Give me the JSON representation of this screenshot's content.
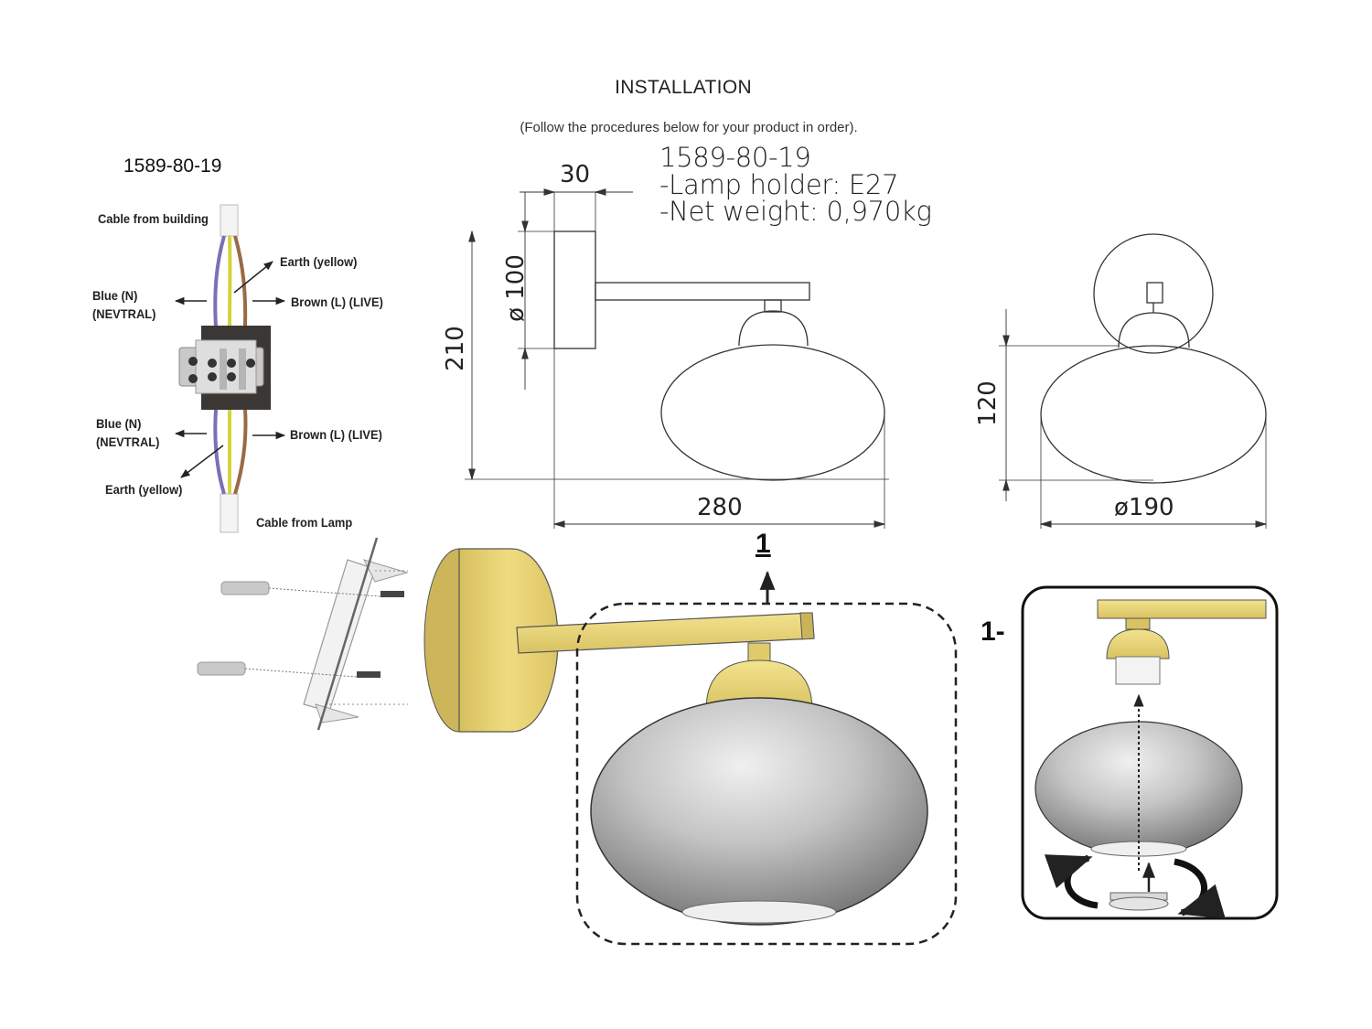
{
  "header": {
    "title": "INSTALLATION",
    "subtitle": "(Follow the procedures below for your product in order)."
  },
  "model_number": "1589-80-19",
  "specs": {
    "model": "1589-80-19",
    "lamp_holder": "-Lamp holder: E27",
    "net_weight": "-Net weight: 0,970kg"
  },
  "wiring": {
    "cable_from_building": "Cable from building",
    "earth_top": "Earth (yellow)",
    "blue_top": "Blue (N)",
    "neutral_top": "(NEVTRAL)",
    "brown_top": "Brown (L) (LIVE)",
    "blue_bottom": "Blue (N)",
    "neutral_bottom": "(NEVTRAL)",
    "brown_bottom": "Brown (L) (LIVE)",
    "earth_bottom": "Earth (yellow)",
    "cable_from_lamp": "Cable from Lamp",
    "colors": {
      "blue": "#7b6fb6",
      "brown": "#9a6a44",
      "yellow": "#d5d23a",
      "terminal": "#3b3735"
    }
  },
  "dimensions": {
    "plate_width": "30",
    "plate_diameter": "ø 100",
    "total_height": "210",
    "projection": "280",
    "shade_height": "120",
    "shade_diameter": "ø190"
  },
  "steps": {
    "step_1": "1",
    "step_1_detail": "1-"
  },
  "colors": {
    "brass": "#ecd677",
    "brass_dark": "#c9b45a",
    "glass_light": "#e8e8e8",
    "glass_dark": "#7a7a7a"
  }
}
